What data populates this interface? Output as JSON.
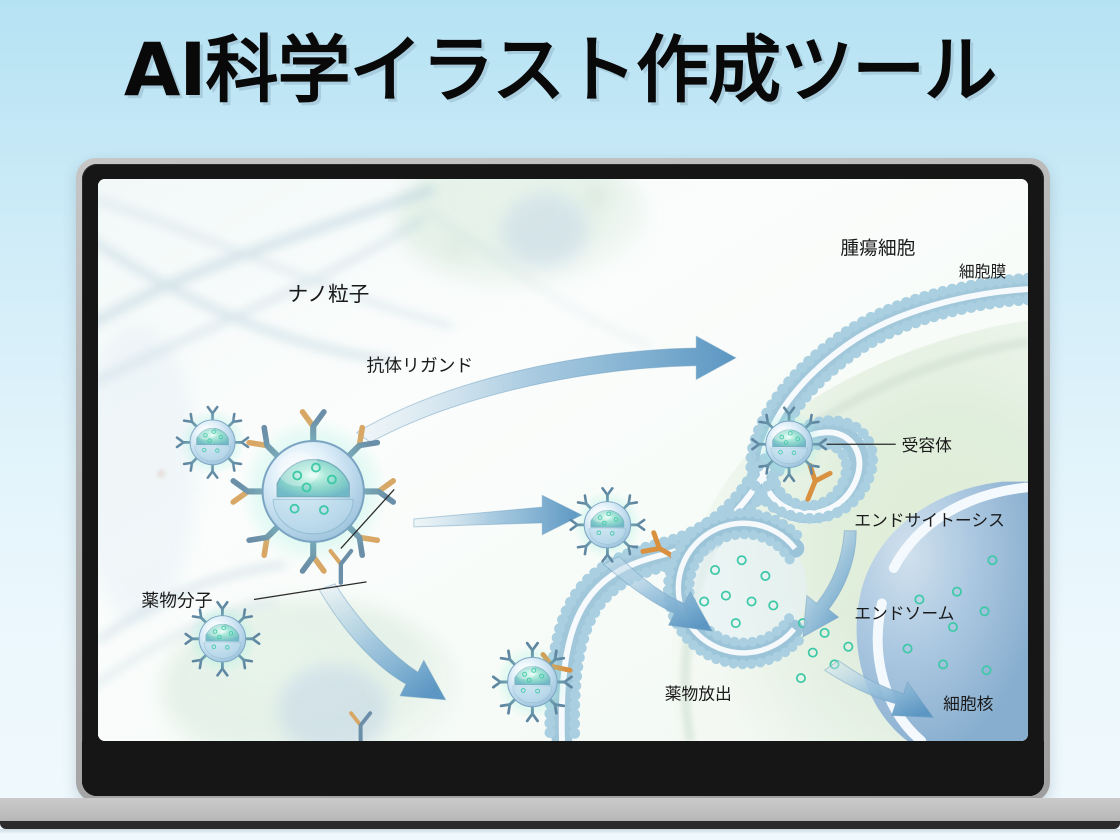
{
  "page": {
    "title": "AI科学イラスト作成ツール",
    "background_top_color": "#b5e2f3",
    "background_bottom_color": "#eef8fd",
    "title_color": "#090909"
  },
  "device": {
    "type": "laptop",
    "frame_color": "#b2b2b2",
    "bezel_color": "#161616",
    "base_color": "#c0c0c0"
  },
  "illustration": {
    "name": "nanoparticle-drug-delivery-diagram",
    "accent_blue": "#7ba9c4",
    "membrane_blue": "#a9cfe0",
    "receptor_orange": "#d9903f",
    "drug_green": "#3fc9a8",
    "labels": {
      "nanoparticle": "ナノ粒子",
      "antibody_ligand": "抗体リガンド",
      "drug_molecule": "薬物分子",
      "tumor_cell": "腫瘍細胞",
      "cell_membrane": "細胞膜",
      "receptor": "受容体",
      "endocytosis": "エンドサイトーシス",
      "endosome": "エンドソーム",
      "drug_release": "薬物放出",
      "cell_nucleus": "細胞核"
    }
  }
}
